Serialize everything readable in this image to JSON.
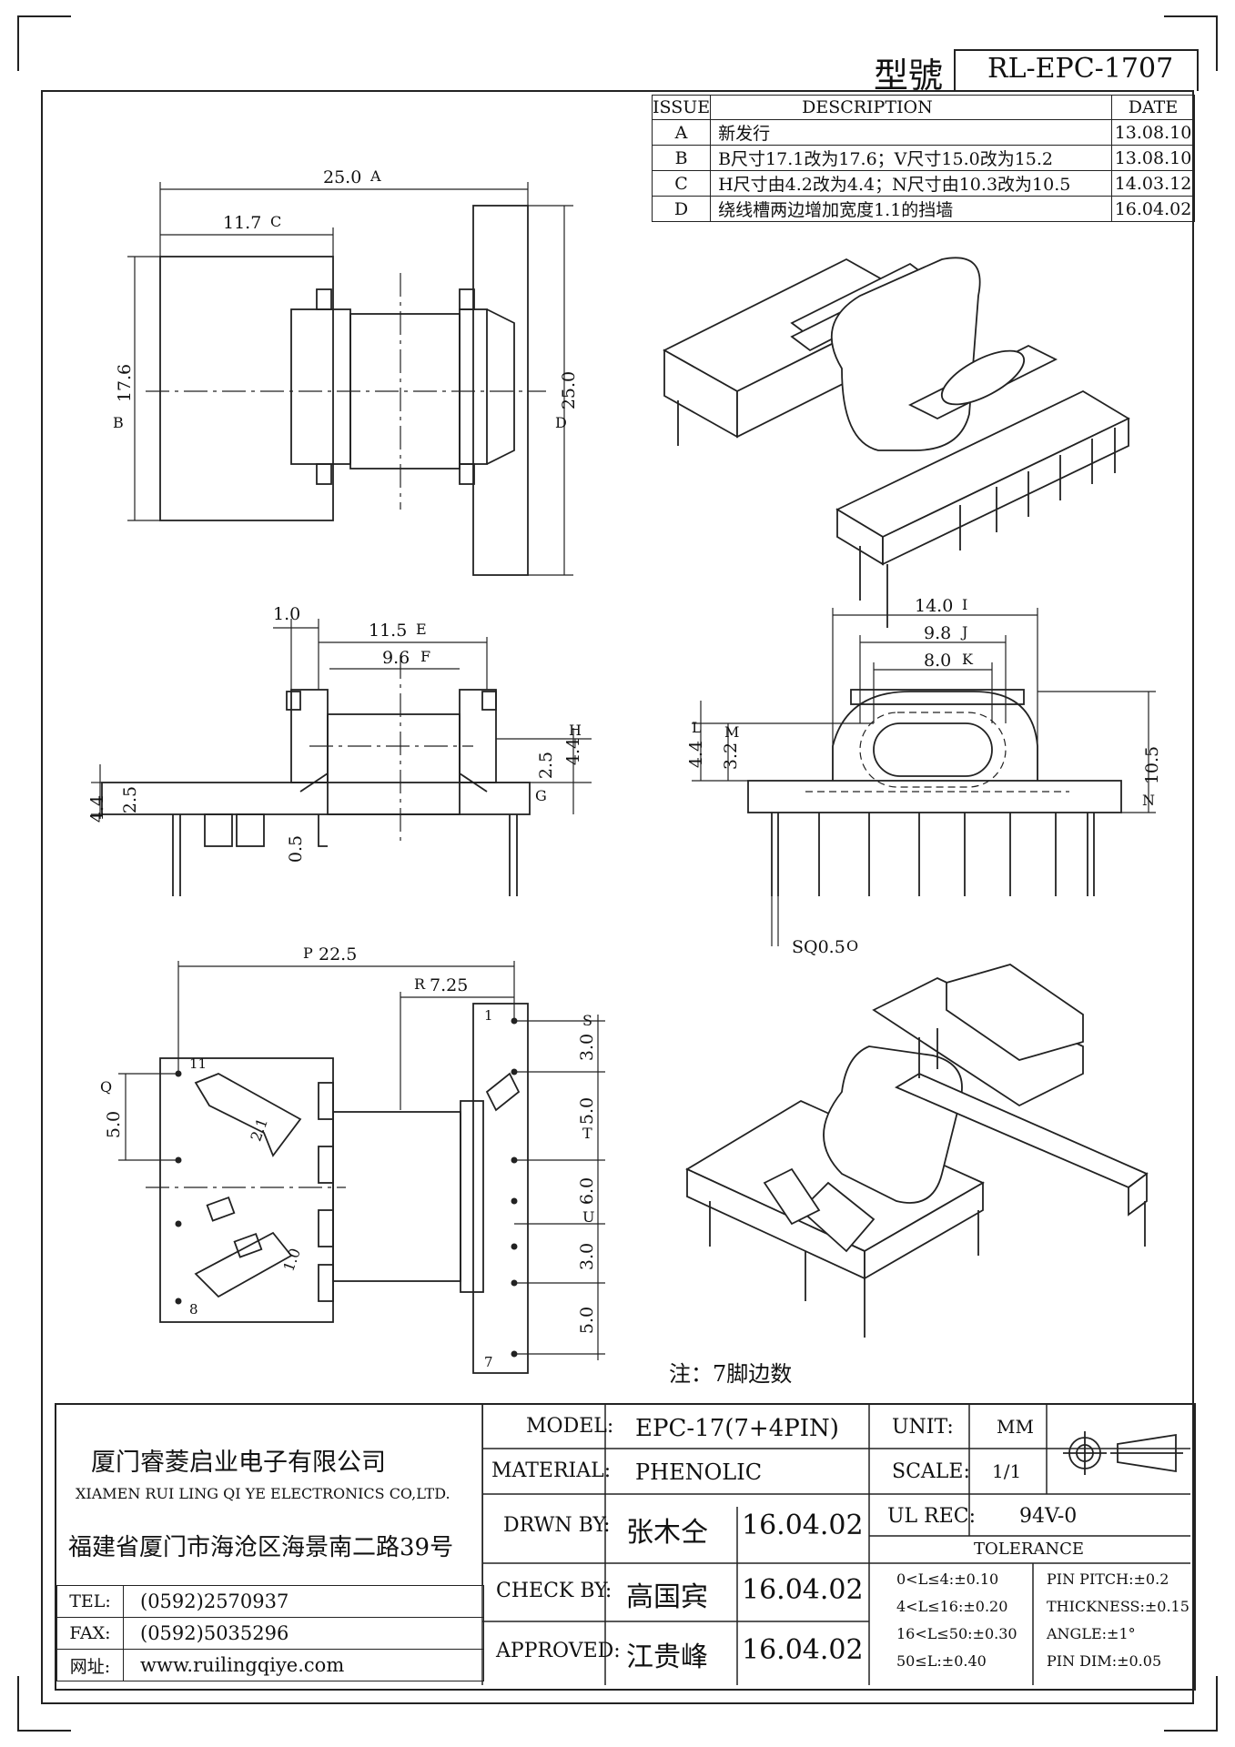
{
  "header": {
    "model_label": "型號",
    "model_no": "RL-EPC-1707"
  },
  "revisions": {
    "headers": [
      "ISSUE",
      "DESCRIPTION",
      "DATE"
    ],
    "rows": [
      {
        "issue": "A",
        "desc": "新发行",
        "date": "13.08.10"
      },
      {
        "issue": "B",
        "desc": "B尺寸17.1改为17.6；V尺寸15.0改为15.2",
        "date": "13.08.10"
      },
      {
        "issue": "C",
        "desc": "H尺寸由4.2改为4.4；N尺寸由10.3改为10.5",
        "date": "14.03.12"
      },
      {
        "issue": "D",
        "desc": "绕线槽两边增加宽度1.1的挡墙",
        "date": "16.04.02"
      }
    ]
  },
  "dimensions": {
    "a": "25.0",
    "a_tag": "A",
    "c": "11.7",
    "c_tag": "C",
    "b": "17.6",
    "b_tag": "B",
    "d": "25.0",
    "d_tag": "D",
    "one": "1.0",
    "e": "11.5",
    "e_tag": "E",
    "f": "9.6",
    "f_tag": "F",
    "h1": "2.5",
    "h2": "4.4",
    "h_tag": "H",
    "g_tag": "G",
    "left_25": "2.5",
    "left_44": "4.4",
    "half": "0.5",
    "i": "14.0",
    "i_tag": "I",
    "j": "9.8",
    "j_tag": "J",
    "k": "8.0",
    "k_tag": "K",
    "l": "4.4",
    "l_tag": "L",
    "m": "3.2",
    "m_tag": "M",
    "n": "10.5",
    "n_tag": "N",
    "o": "SQ0.5",
    "o_tag": "O",
    "p": "22.5",
    "p_tag": "P",
    "r": "7.25",
    "r_tag": "R",
    "q": "5.0",
    "q_tag": "Q",
    "s": "3.0",
    "s_tag": "S",
    "t": "5.0",
    "t_tag": "T",
    "u_top": "6.0",
    "u_tag": "U",
    "u_bot": "3.0",
    "last": "5.0",
    "slot_a": "2.1",
    "slot_b": "1.0",
    "pin_1": "1",
    "pin_7": "7",
    "pin_8": "8",
    "pin_11": "11"
  },
  "note": "注：7脚边数",
  "company": {
    "name_cn": "厦门睿菱启业电子有限公司",
    "name_en": "XIAMEN RUI LING QI YE ELECTRONICS CO,LTD.",
    "address": "福建省厦门市海沧区海景南二路39号",
    "tel_label": "TEL:",
    "tel": "(0592)2570937",
    "fax_label": "FAX:",
    "fax": "(0592)5035296",
    "web_label": "网址:",
    "web": "www.ruilingqiye.com"
  },
  "info": {
    "model_label": "MODEL:",
    "model": "EPC-17(7+4PIN)",
    "material_label": "MATERIAL:",
    "material": "PHENOLIC",
    "drawn_label": "DRWN BY:",
    "drawn": "张木仝",
    "drawn_date": "16.04.02",
    "check_label": "CHECK BY:",
    "check": "高国宾",
    "check_date": "16.04.02",
    "approved_label": "APPROVED:",
    "approved": "江贵峰",
    "approved_date": "16.04.02",
    "unit_label": "UNIT:",
    "unit": "MM",
    "scale_label": "SCALE:",
    "scale": "1/1",
    "ul_label": "UL REC:",
    "ul": "94V-0",
    "tolerance_label": "TOLERANCE",
    "tol_1": "0<L≤4:±0.10",
    "tol_2": "4<L≤16:±0.20",
    "tol_3": "16<L≤50:±0.30",
    "tol_4": "50≤L:±0.40",
    "pitch": "PIN PITCH:±0.2",
    "thickness": "THICKNESS:±0.15",
    "angle": "ANGLE:±1°",
    "pindim": "PIN DIM:±0.05"
  }
}
